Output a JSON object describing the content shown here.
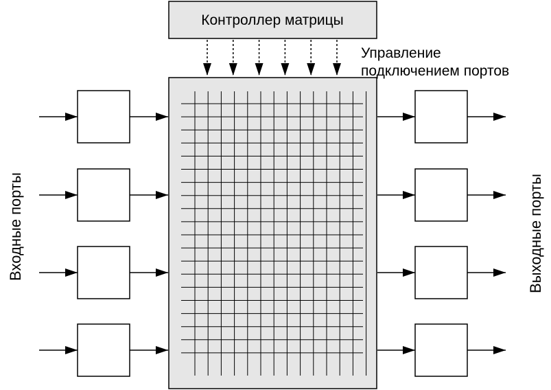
{
  "controller": {
    "label": "Контроллер матрицы"
  },
  "control_label": {
    "line1": "Управление",
    "line2": "подключением портов"
  },
  "inputs": {
    "label": "Входные порты",
    "count": 4
  },
  "outputs": {
    "label": "Выходные порты",
    "count": 4
  },
  "matrix": {
    "columns": 14,
    "rows": 20,
    "control_lines": 6
  },
  "colors": {
    "fill": "#e6e6e6",
    "stroke": "#000000",
    "background": "#ffffff"
  }
}
